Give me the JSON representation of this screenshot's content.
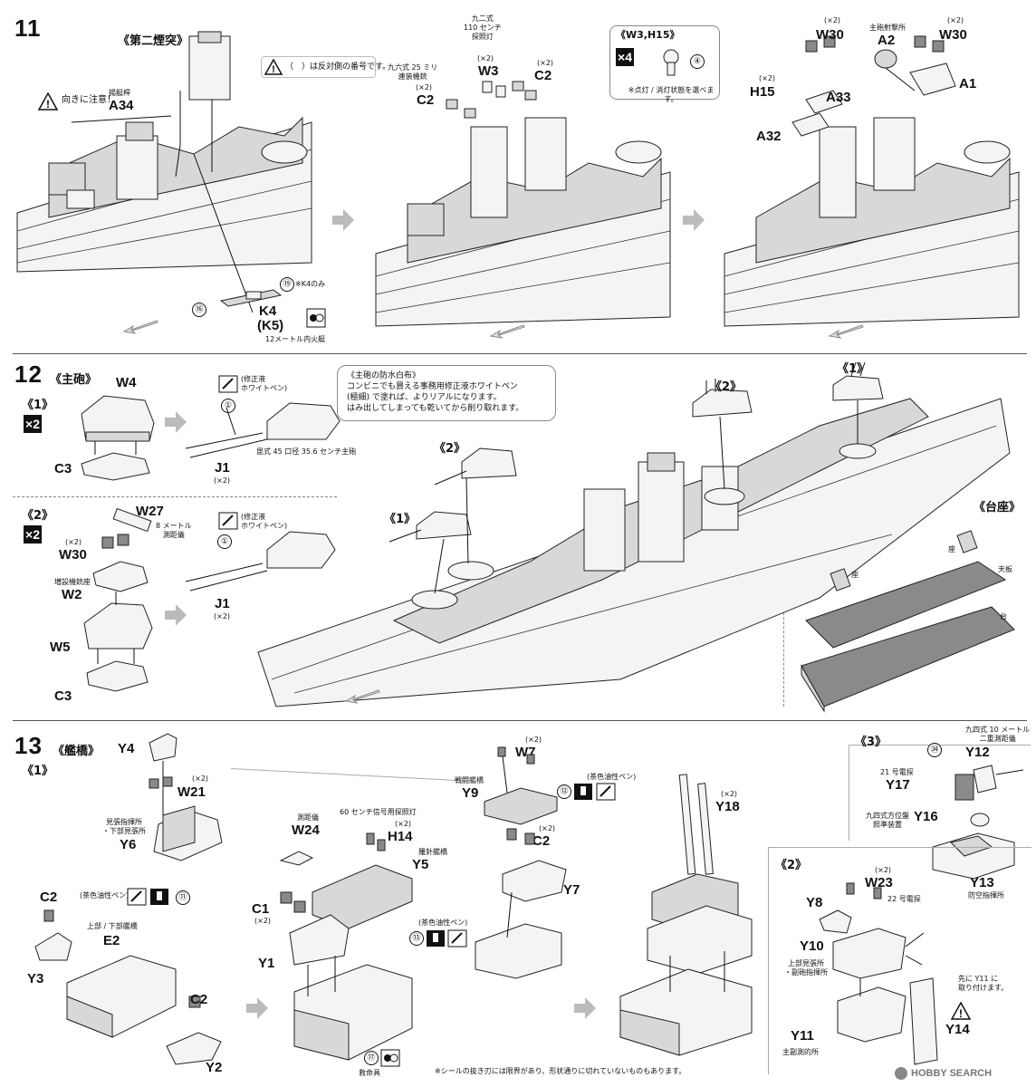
{
  "watermark": "HOBBY SEARCH",
  "steps": {
    "s11": {
      "num": "11",
      "title": "《第二煙突》",
      "warn_note": "（　）は反対側の番号です。",
      "caution": "向きに注意！",
      "p1": {
        "A34_sub": "揚艇桿",
        "A34": "A34",
        "K4": "K4",
        "K5": "(K5)",
        "k_sub": "12メートル内火艇",
        "c16": "⑯",
        "c19": "⑲",
        "k4only": "※K4のみ"
      },
      "p2": {
        "C2a_sub": "九六式 25 ミリ\n連装機銃",
        "C2a_x2": "(×2)",
        "C2a": "C2",
        "W3_sub": "九二式\n110 センチ\n探照灯",
        "W3_x2": "(×2)",
        "W3": "W3",
        "C2b_x2": "(×2)",
        "C2b": "C2"
      },
      "box": {
        "title": "《W3,H15》",
        "x4": "×4",
        "c4": "④",
        "note": "※点灯 / 消灯状態を選べます。"
      },
      "p3": {
        "W30a_x2": "(×2)",
        "W30a": "W30",
        "A2_sub": "主砲射撃所",
        "A2": "A2",
        "W30b_x2": "(×2)",
        "W30b": "W30",
        "H15_x2": "(×2)",
        "H15": "H15",
        "A33": "A33",
        "A1": "A1",
        "A32": "A32"
      }
    },
    "s12": {
      "num": "12",
      "title": "《主砲》",
      "t1": {
        "sub": "《1》",
        "x2": "×2",
        "W4": "W4",
        "C3": "C3",
        "pen": "(修正液\nホワイトペン)",
        "c1": "①",
        "gun": "毘式 45 口径 35.6 センチ主砲",
        "J1": "J1",
        "J1x2": "(×2)"
      },
      "t2": {
        "sub": "《2》",
        "x2": "×2",
        "W27": "W27",
        "W27_sub": "8 メートル\n測距儀",
        "W30_x2": "(×2)",
        "W30": "W30",
        "W2_sub": "増設機銃座",
        "W2": "W2",
        "W5": "W5",
        "C3": "C3",
        "pen": "(修正液\nホワイトペン)",
        "c1": "①",
        "J1": "J1",
        "J1x2": "(×2)"
      },
      "note": "《主砲の防水白布》\nコンビニでも買える事務用修正液ホワイトペン\n(極細) で塗れば、よりリアルになります。\nはみ出してしまっても乾いてから削り取れます。",
      "ship_labels": {
        "a": "《2》",
        "b": "《1》",
        "c": "《2》",
        "d": "《1》"
      },
      "stand": {
        "title": "《台座》",
        "za1": "座",
        "za2": "座",
        "tenban": "天板",
        "dai": "台"
      }
    },
    "s13": {
      "num": "13",
      "title": "《艦橋》",
      "g1": {
        "sub": "《1》",
        "Y4": "Y4",
        "W21_x2": "(×2)",
        "W21": "W21",
        "Y6_sub": "見張指揮所\n・下部見張所",
        "Y6": "Y6",
        "pen": "(茶色油性ペン)",
        "c11": "⑪",
        "C2": "C2",
        "E2_sub": "上部 / 下部艦橋",
        "E2": "E2",
        "Y3": "Y3",
        "C2b": "C2",
        "Y2": "Y2"
      },
      "g2": {
        "W24_sub": "測距儀",
        "W24": "W24",
        "H14_sub": "60 センチ信号用探照灯",
        "H14_x2": "(×2)",
        "H14": "H14",
        "Y5_sub": "羅針艦橋",
        "Y5": "Y5",
        "C1": "C1",
        "C1_x2": "(×2)",
        "Y1": "Y1",
        "pen": "(茶色油性ペン)",
        "c13": "⑬",
        "c17": "⑰",
        "c17_sub": "救命具"
      },
      "g3": {
        "W7_x2": "(×2)",
        "W7": "W7",
        "Y9_sub": "戦闘艦橋",
        "Y9": "Y9",
        "pen": "(茶色油性ペン)",
        "c12": "⑫",
        "C2_x2": "(×2)",
        "C2": "C2",
        "Y7": "Y7"
      },
      "g4": {
        "Y18_x2": "(×2)",
        "Y18": "Y18"
      },
      "g5": {
        "sub": "《3》",
        "Y12_sub": "九四式 10 メートル\n二重測距儀",
        "Y12": "Y12",
        "Y17_sub": "21 号電探",
        "Y17": "Y17",
        "c34": "㉞",
        "Y16_sub": "九四式方位盤\n照準装置",
        "Y16": "Y16",
        "Y13": "Y13",
        "Y13_sub": "防空指揮所"
      },
      "g6": {
        "sub": "《2》",
        "W23_x2": "(×2)",
        "W23": "W23",
        "W23_sub": "22 号電探",
        "Y8": "Y8",
        "Y10": "Y10",
        "Y10_sub": "上部見張所\n・副砲指揮所",
        "Y11": "Y11",
        "Y11_sub": "主副測的所",
        "Y14": "Y14",
        "pre": "先に Y11 に\n取り付けます。"
      },
      "footnote": "※シールの抜き刃には限界があり、形状通りに切れていないものもあります。"
    }
  }
}
